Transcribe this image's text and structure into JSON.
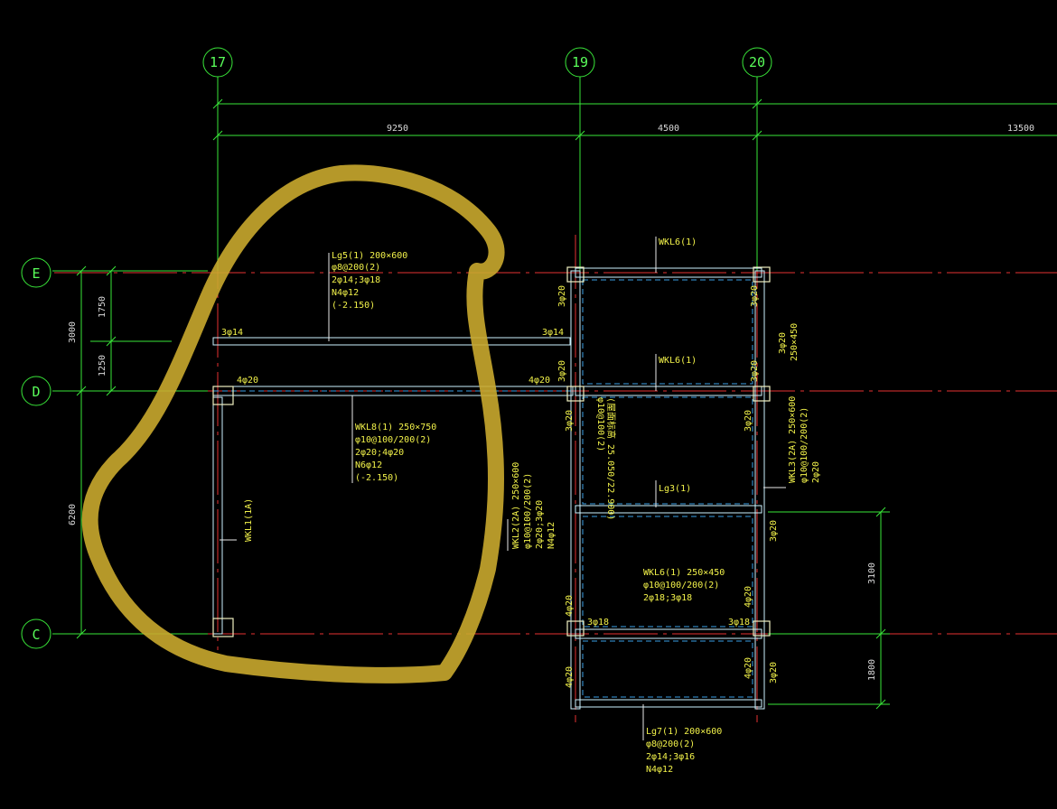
{
  "axes": {
    "top": [
      "17",
      "19",
      "20"
    ],
    "left": [
      "E",
      "D",
      "C"
    ]
  },
  "dimensions": {
    "top": [
      "9250",
      "4500",
      "13500"
    ],
    "left": [
      "1750",
      "1250",
      "3000",
      "6200"
    ],
    "right": [
      "3100",
      "1800"
    ]
  },
  "annotations": {
    "lg5": [
      "Lg5(1) 200×600",
      "φ8@200(2)",
      "2φ14;3φ18",
      "N4φ12",
      "(-2.150)"
    ],
    "wkl8": [
      "WKL8(1) 250×750",
      "φ10@100/200(2)",
      "2φ20;4φ20",
      "N6φ12",
      "(-2.150)"
    ],
    "wkl2": [
      "WKL2(2A) 250×600",
      "φ10@100/200(2)",
      "2φ20;3φ20",
      "N4φ12"
    ],
    "wkl3": [
      "WKL3(2A) 250×600",
      "φ10@100/200(2)",
      "2φ20"
    ],
    "wkl6_mid": [
      "WKL6(1) 250×450",
      "φ10@100/200(2)",
      "2φ18;3φ18"
    ],
    "lg7": [
      "Lg7(1) 200×600",
      "φ8@200(2)",
      "2φ14;3φ16",
      "N4φ12"
    ],
    "stair": [
      "φ10@100(2)",
      "(屋面标高 25.050/22.900)"
    ],
    "wkl6_top": "WKL6(1)",
    "wkl6_d": "WKL6(1)",
    "lg3": "Lg3(1)",
    "wkl1": "WKL1(1A)",
    "wkl_right": "250×450",
    "bars": {
      "b3φ14_left": "3φ14",
      "b3φ14_right": "3φ14",
      "b4φ20_left": "4φ20",
      "b4φ20_right": "4φ20",
      "b3φ20_a": "3φ20",
      "b3φ20_b": "3φ20",
      "b3φ20_c": "3φ20",
      "b3φ20_d": "3φ20",
      "b3φ20_e": "3φ20",
      "b3φ20_f": "3φ20",
      "b3φ20_g": "3φ20",
      "b3φ20_h": "3φ20",
      "b3φ20_i": "3φ20",
      "b4φ20_a": "4φ20",
      "b4φ20_b": "4φ20",
      "b4φ20_c": "4φ20",
      "b4φ20_d": "4φ20",
      "b3φ18_a": "3φ18",
      "b3φ18_b": "3φ18"
    }
  },
  "highlight_color": "#c9a92e",
  "colors": {
    "background": "#000000",
    "axis": "#39e639",
    "gridline": "#e63232",
    "beam": "#ccf2ff",
    "annotation": "#f2f24a"
  }
}
